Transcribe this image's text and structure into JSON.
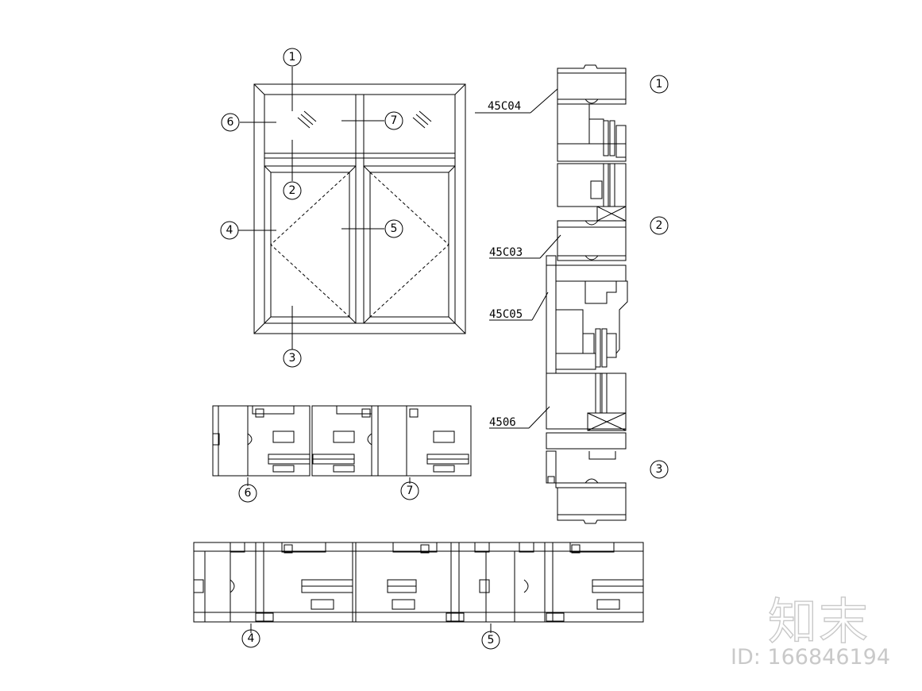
{
  "callouts": {
    "c1": "1",
    "c2": "2",
    "c3": "3",
    "c4": "4",
    "c5": "5",
    "c6": "6",
    "c7": "7"
  },
  "section_callouts": {
    "s1": "1",
    "s2": "2",
    "s3": "3",
    "s6": "6",
    "s7": "7",
    "s4": "4",
    "s5": "5"
  },
  "part_codes": {
    "p1": "45C04",
    "p2": "45C03",
    "p3": "45C05",
    "p4": "4506"
  },
  "watermark": {
    "logo": "知末",
    "id": "ID: 166846194"
  },
  "colors": {
    "line": "#000000",
    "watermark": "#c9c9c9"
  }
}
